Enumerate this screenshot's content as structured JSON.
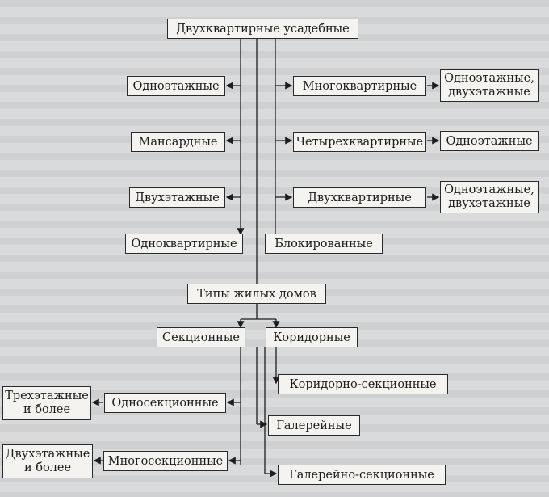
{
  "diagram": {
    "top": "Двухквартирные усадебные",
    "left_col": [
      "Одноэтажные",
      "Мансардные",
      "Двухэтажные",
      "Одноквартирные"
    ],
    "right_col": [
      "Многоквартирные",
      "Четырехквартирные",
      "Двухквартирные",
      "Блокированные"
    ],
    "right_sub": [
      "Одноэтажные,\nдвухэтажные",
      "Одноэтажные",
      "Одноэтажные,\nдвухэтажные"
    ],
    "center": "Типы жилых домов",
    "lower_left": [
      "Секционные",
      "Односекционные",
      "Многосекционные"
    ],
    "lower_left_sub": [
      "Трехэтажные\nи более",
      "Двухэтажные\nи более"
    ],
    "lower_right": [
      "Коридорные",
      "Коридорно-секционные",
      "Галерейные",
      "Галерейно-секционные"
    ]
  }
}
